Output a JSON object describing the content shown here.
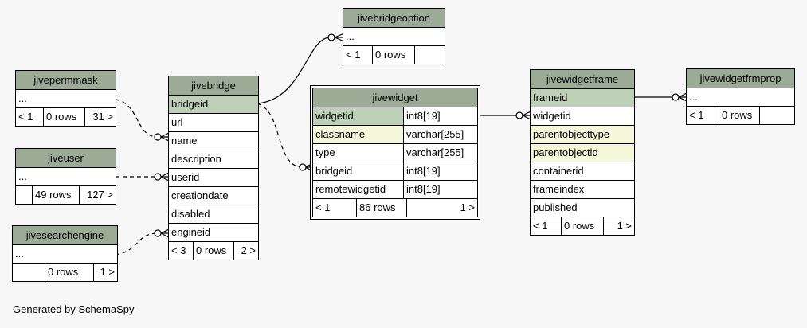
{
  "footer": "Generated by SchemaSpy",
  "tables": {
    "jivebridgeoption": {
      "title": "jivebridgeoption",
      "cols": [
        "..."
      ],
      "foot": [
        "< 1",
        "0 rows",
        ""
      ]
    },
    "jivepermmask": {
      "title": "jivepermmask",
      "cols": [
        "..."
      ],
      "foot": [
        "< 1",
        "0 rows",
        "31 >"
      ]
    },
    "jiveuser": {
      "title": "jiveuser",
      "cols": [
        "..."
      ],
      "foot": [
        "",
        "49 rows",
        "127 >"
      ]
    },
    "jivesearchengine": {
      "title": "jivesearchengine",
      "cols": [
        "..."
      ],
      "foot": [
        "",
        "0 rows",
        "1 >"
      ]
    },
    "jivebridge": {
      "title": "jivebridge",
      "cols": [
        "bridgeid",
        "url",
        "name",
        "description",
        "userid",
        "creationdate",
        "disabled",
        "engineid"
      ],
      "foot": [
        "< 3",
        "0 rows",
        "2 >"
      ]
    },
    "jivewidget": {
      "title": "jivewidget",
      "cols": [
        [
          "widgetid",
          "int8[19]"
        ],
        [
          "classname",
          "varchar[255]"
        ],
        [
          "type",
          "varchar[255]"
        ],
        [
          "bridgeid",
          "int8[19]"
        ],
        [
          "remotewidgetid",
          "int8[19]"
        ]
      ],
      "foot": [
        "< 1",
        "86 rows",
        "1 >"
      ]
    },
    "jivewidgetframe": {
      "title": "jivewidgetframe",
      "cols": [
        "frameid",
        "widgetid",
        "parentobjecttype",
        "parentobjectid",
        "containerid",
        "frameindex",
        "published"
      ],
      "foot": [
        "< 1",
        "0 rows",
        "1 >"
      ]
    },
    "jivewidgetfrmprop": {
      "title": "jivewidgetfrmprop",
      "cols": [
        "..."
      ],
      "foot": [
        "< 1",
        "0 rows",
        ""
      ]
    }
  }
}
